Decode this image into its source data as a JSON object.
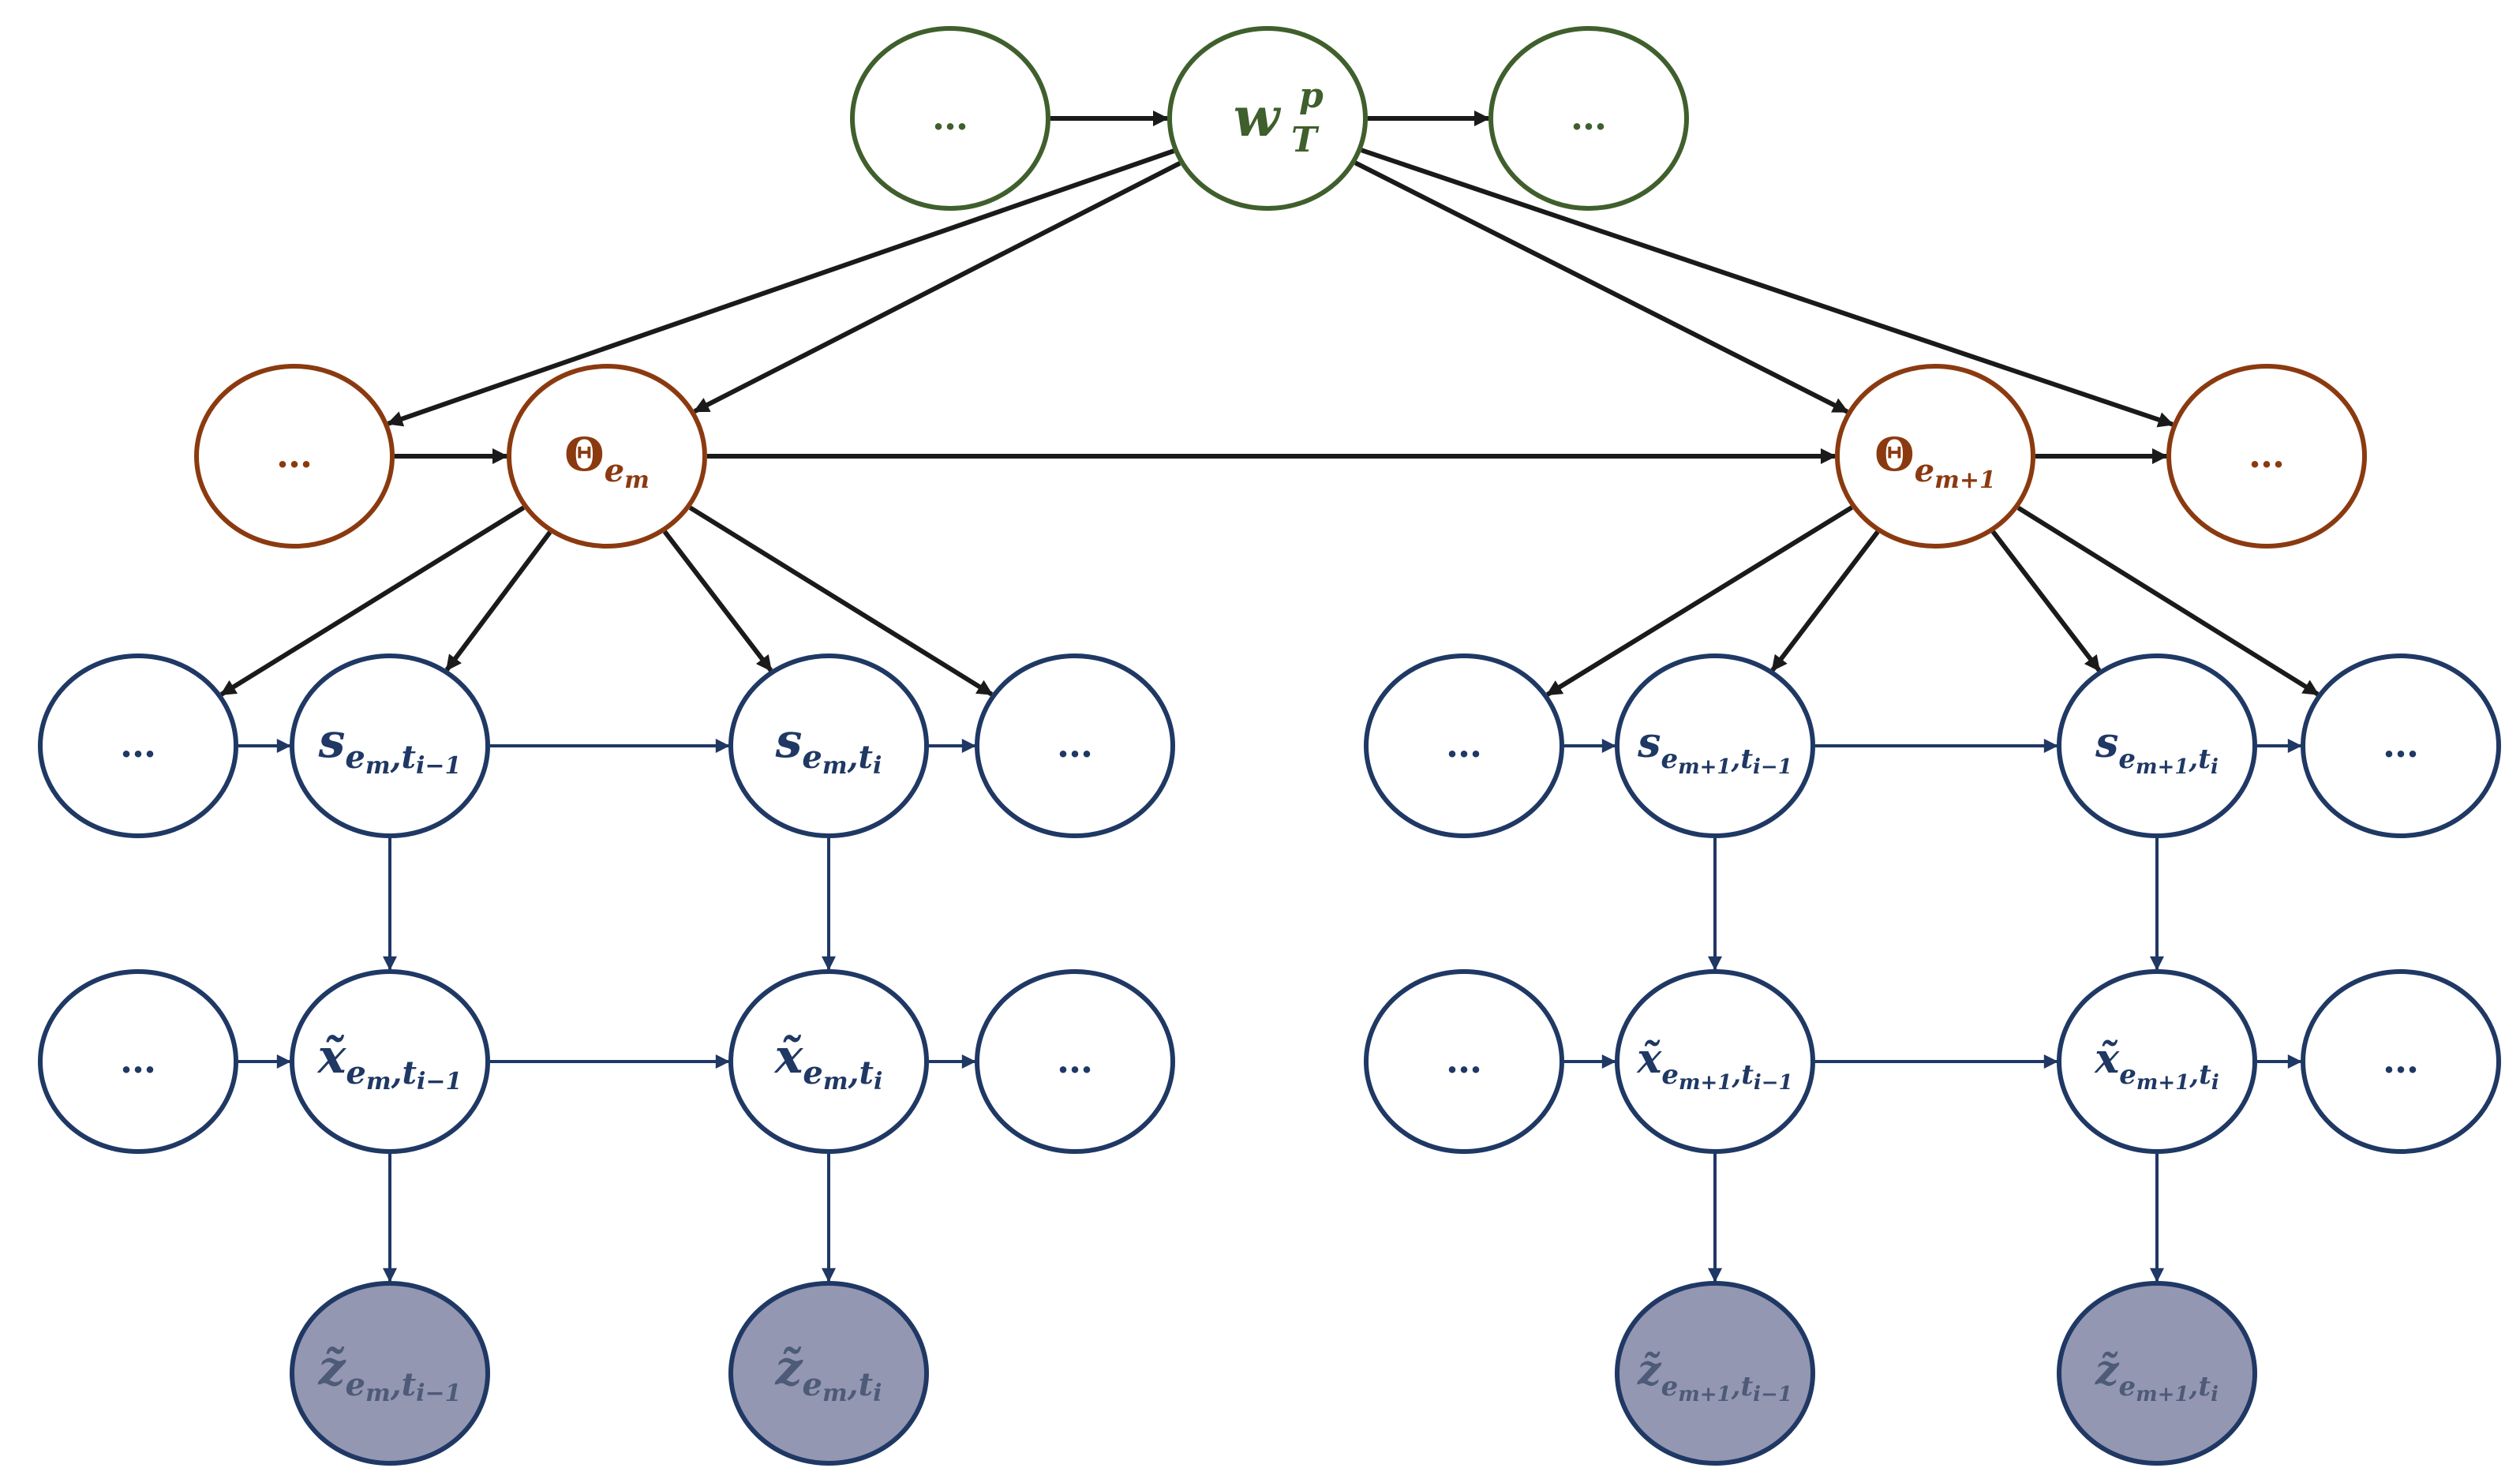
{
  "colors": {
    "green": "#3F5F2C",
    "brown": "#8B3A10",
    "navy": "#1F3864",
    "observed_fill": "#9497B2",
    "observed_text": "#4D5B78",
    "edge_dark": "#1A1A1A",
    "edge_blue": "#1F3864"
  },
  "labels": {
    "ellipsis": "…",
    "w_T_p": {
      "base": "w",
      "sup": "p",
      "sub": "T"
    },
    "theta_em": {
      "base": "Θ",
      "sub": "e",
      "subsub": "m"
    },
    "theta_em1": {
      "base": "Θ",
      "sub": "e",
      "subsub": "m+1"
    },
    "s_em_ti1": {
      "base": "s",
      "sub1": "e",
      "sub1sub": "m",
      "sep": ",",
      "sub2": "t",
      "sub2sub": "i−1"
    },
    "s_em_ti": {
      "base": "s",
      "sub1": "e",
      "sub1sub": "m",
      "sep": ",",
      "sub2": "t",
      "sub2sub": "i"
    },
    "s_em1_ti1": {
      "base": "s",
      "sub1": "e",
      "sub1sub": "m+1",
      "sep": ",",
      "sub2": "t",
      "sub2sub": "i−1"
    },
    "s_em1_ti": {
      "base": "s",
      "sub1": "e",
      "sub1sub": "m+1",
      "sep": ",",
      "sub2": "t",
      "sub2sub": "i"
    },
    "x_em_ti1": {
      "base": "x̃",
      "sub1": "e",
      "sub1sub": "m",
      "sep": ",",
      "sub2": "t",
      "sub2sub": "i−1"
    },
    "x_em_ti": {
      "base": "x̃",
      "sub1": "e",
      "sub1sub": "m",
      "sep": ",",
      "sub2": "t",
      "sub2sub": "i"
    },
    "x_em1_ti1": {
      "base": "x̃",
      "sub1": "e",
      "sub1sub": "m+1",
      "sep": ",",
      "sub2": "t",
      "sub2sub": "i−1"
    },
    "x_em1_ti": {
      "base": "x̃",
      "sub1": "e",
      "sub1sub": "m+1",
      "sep": ",",
      "sub2": "t",
      "sub2sub": "i"
    },
    "z_em_ti1": {
      "base": "z̃",
      "sub1": "e",
      "sub1sub": "m",
      "sep": ",",
      "sub2": "t",
      "sub2sub": "i−1"
    },
    "z_em_ti": {
      "base": "z̃",
      "sub1": "e",
      "sub1sub": "m",
      "sep": ",",
      "sub2": "t",
      "sub2sub": "i"
    },
    "z_em1_ti1": {
      "base": "z̃",
      "sub1": "e",
      "sub1sub": "m+1",
      "sep": ",",
      "sub2": "t",
      "sub2sub": "i−1"
    },
    "z_em1_ti": {
      "base": "z̃",
      "sub1": "e",
      "sub1sub": "m+1",
      "sep": ",",
      "sub2": "t",
      "sub2sub": "i"
    }
  }
}
